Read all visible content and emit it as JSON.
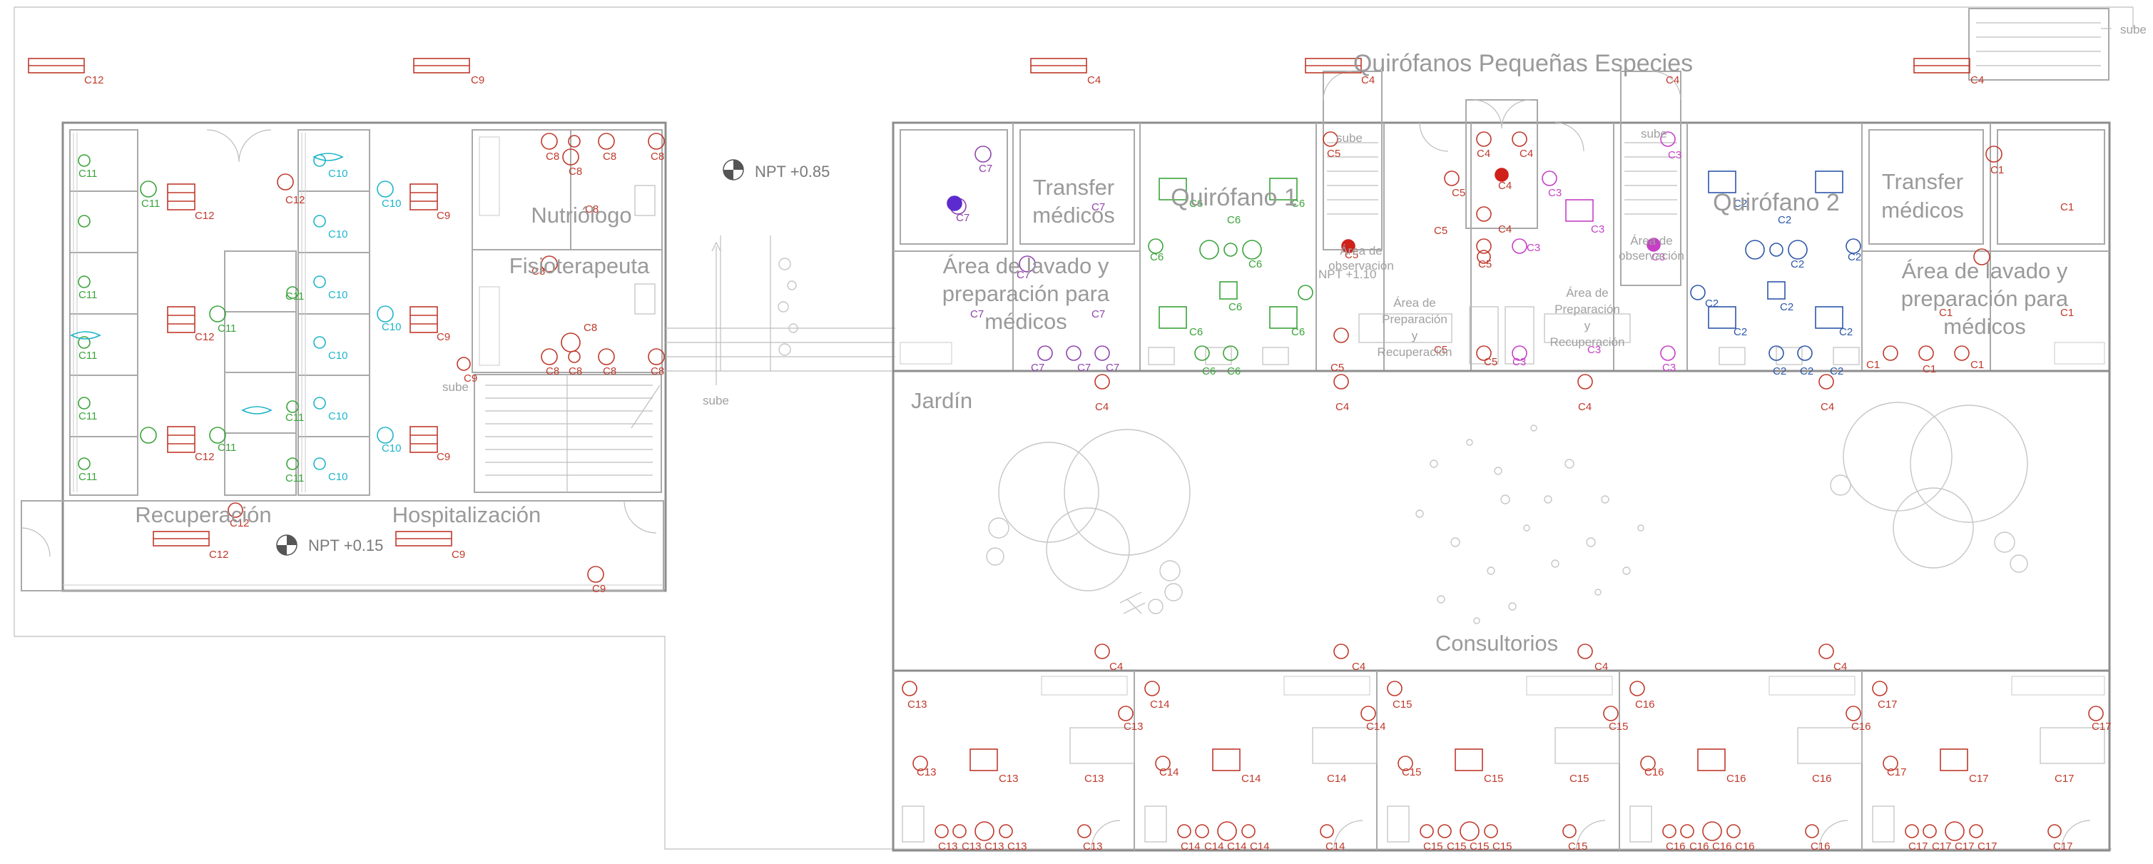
{
  "colors": {
    "wall": "#a9a9a9",
    "red": "#c0392b",
    "green": "#3aa33a",
    "cyan": "#1fb5c9",
    "purple": "#8e44ad",
    "magenta": "#c63fc6",
    "blue": "#2d57a8",
    "label": "#9a9a9a"
  },
  "labels": {
    "title": "Quirófanos Pequeñas Especies",
    "nutriologo": "Nutriólogo",
    "fisioterapeuta": "Fisioterapeuta",
    "recuperacion": "Recuperación",
    "hospitalizacion": "Hospitalización",
    "transfer_left": [
      "Transfer",
      "médicos"
    ],
    "transfer_right": [
      "Transfer",
      "médicos"
    ],
    "quirofano1": "Quirófano 1",
    "quirofano2": "Quirófano 2",
    "lavado_left": [
      "Área de lavado y",
      "preparación para",
      "médicos"
    ],
    "lavado_right": [
      "Área de lavado y",
      "preparación para",
      "médicos"
    ],
    "obs_left": [
      "Área de",
      "observación"
    ],
    "obs_right": [
      "Área de",
      "observación"
    ],
    "prep_left": [
      "Área de",
      "Preparación",
      "y",
      "Recuperación"
    ],
    "prep_right": [
      "Área de",
      "Preparación",
      "y",
      "Recuperación"
    ],
    "jardin": "Jardín",
    "consultorios": "Consultorios",
    "sube": "sube",
    "npt_085": "NPT +0.85",
    "npt_015": "NPT +0.15",
    "npt_110": "NPT +1.10"
  },
  "circuits": {
    "top_row": [
      "C12",
      "C9",
      "C4",
      "C4",
      "C4",
      "C4"
    ],
    "c11": "C11",
    "c10": "C10",
    "c12": "C12",
    "c9": "C9",
    "c8": "C8",
    "c7": "C7",
    "c6": "C6",
    "c5": "C5",
    "c4": "C4",
    "c3": "C3",
    "c2": "C2",
    "c1": "C1",
    "c13": "C13",
    "c14": "C14",
    "c15": "C15",
    "c16": "C16",
    "c17": "C17"
  }
}
